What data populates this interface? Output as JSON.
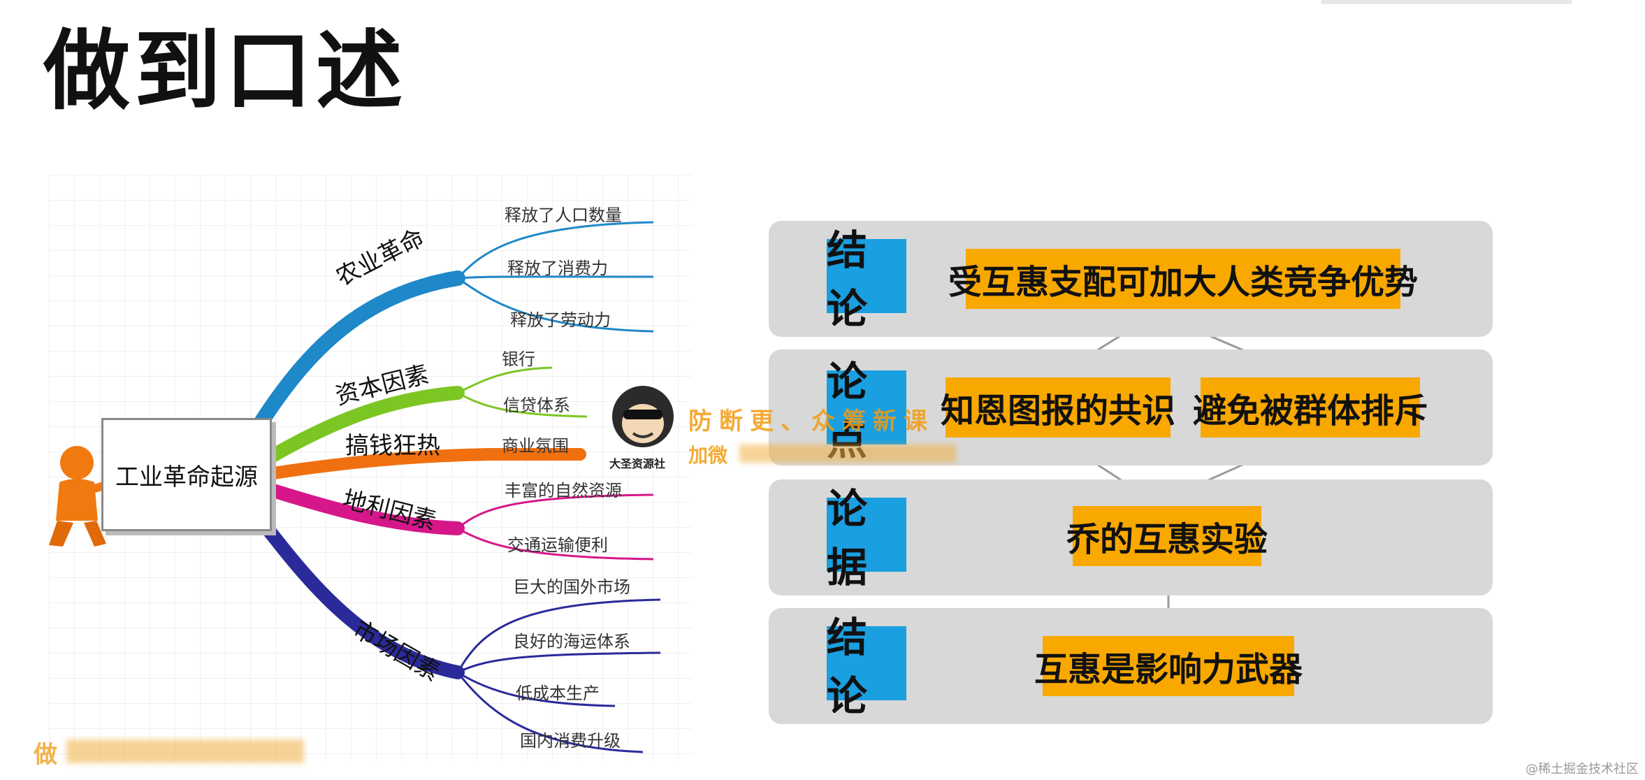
{
  "title": "做到口述",
  "mindmap": {
    "center": "工业革命起源",
    "branches": [
      {
        "label": "农业革命",
        "color": "#1e88c8",
        "leaves": [
          "释放了人口数量",
          "释放了消费力",
          "释放了劳动力"
        ]
      },
      {
        "label": "资本因素",
        "color": "#7cc623",
        "leaves": [
          "银行",
          "信贷体系"
        ]
      },
      {
        "label": "搞钱狂热",
        "color": "#f07010",
        "leaves": [
          "商业氛围"
        ]
      },
      {
        "label": "地利因素",
        "color": "#d6178a",
        "leaves": [
          "丰富的自然资源",
          "交通运输便利"
        ]
      },
      {
        "label": "市场因素",
        "color": "#2a2a9a",
        "leaves": [
          "巨大的国外市场",
          "良好的海运体系",
          "低成本生产",
          "国内消费升级"
        ]
      }
    ]
  },
  "structure": {
    "rows": [
      {
        "tag": "结论",
        "boxes": [
          "受互惠支配可加大人类竞争优势"
        ]
      },
      {
        "tag": "论点",
        "boxes": [
          "知恩图报的共识",
          "避免被群体排斥"
        ]
      },
      {
        "tag": "论据",
        "boxes": [
          "乔的互惠实验"
        ]
      },
      {
        "tag": "结论",
        "boxes": [
          "互惠是影响力武器"
        ]
      }
    ],
    "colors": {
      "tag": "#1a9fe0",
      "box": "#f9a800",
      "band": "#d8d8d8"
    }
  },
  "watermark": {
    "line1": "防断更、众筹新课",
    "line2": "加微",
    "logo_text": "大圣资源社",
    "bottom": "做"
  },
  "credit": "@稀土掘金技术社区"
}
